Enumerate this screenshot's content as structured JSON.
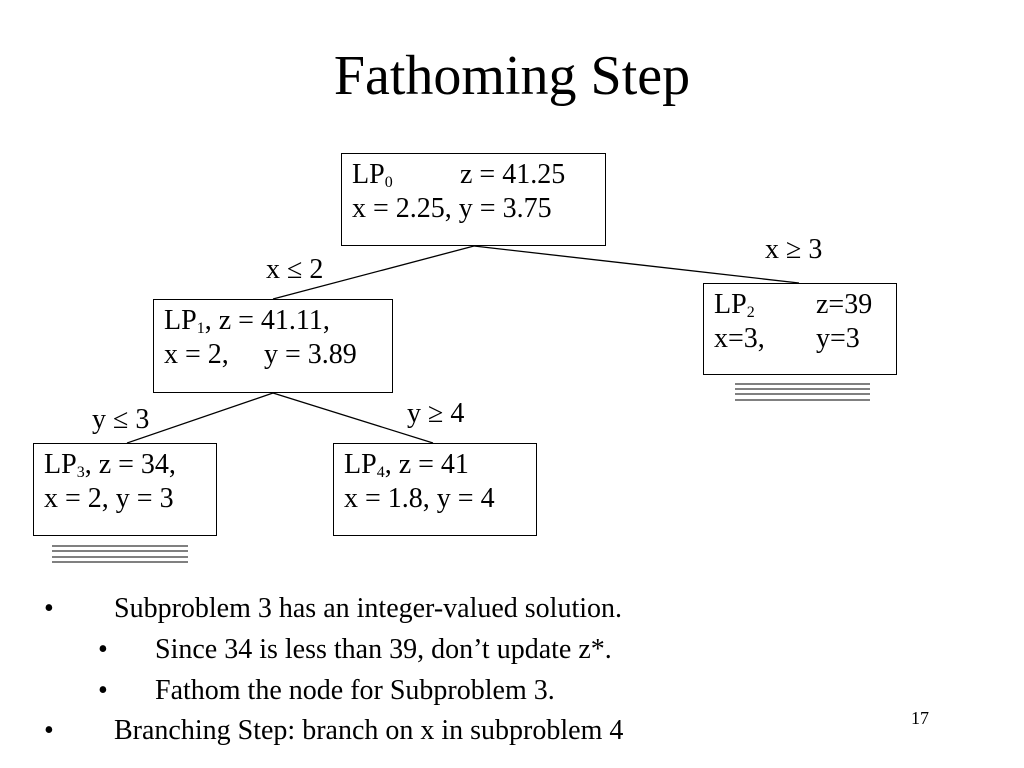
{
  "slide": {
    "title": "Fathoming Step",
    "page_number": "17"
  },
  "tree": {
    "nodes": {
      "lp0": {
        "name": "LP",
        "sub": "0",
        "z": "z = 41.25",
        "line2": "x = 2.25, y = 3.75"
      },
      "lp1": {
        "name": "LP",
        "sub": "1",
        "z": ", z = 41.11,",
        "x": "x = 2,",
        "y": "y = 3.89"
      },
      "lp2": {
        "name": "LP",
        "sub": "2",
        "z": "z=39",
        "x": "x=3,",
        "y": "y=3",
        "fathomed": true
      },
      "lp3": {
        "name": "LP",
        "sub": "3",
        "z": ", z = 34,",
        "line2": "x = 2, y = 3",
        "fathomed": true
      },
      "lp4": {
        "name": "LP",
        "sub": "4",
        "z": ", z = 41",
        "line2": "x = 1.8, y = 4"
      }
    },
    "branches": {
      "x_le_2": "x ≤ 2",
      "x_ge_3": "x ≥ 3",
      "y_le_3": "y ≤ 3",
      "y_ge_4": "y ≥ 4"
    }
  },
  "bullets": {
    "b1": {
      "marker": "•",
      "text": "Subproblem 3 has an integer-valued solution."
    },
    "b2": {
      "marker": "•",
      "text": "Since 34 is less than 39, don’t update z*."
    },
    "b3": {
      "marker": "•",
      "text": "Fathom the node for Subproblem 3."
    },
    "b4": {
      "marker": "•",
      "text": "Branching Step: branch on x in subproblem 4"
    }
  }
}
